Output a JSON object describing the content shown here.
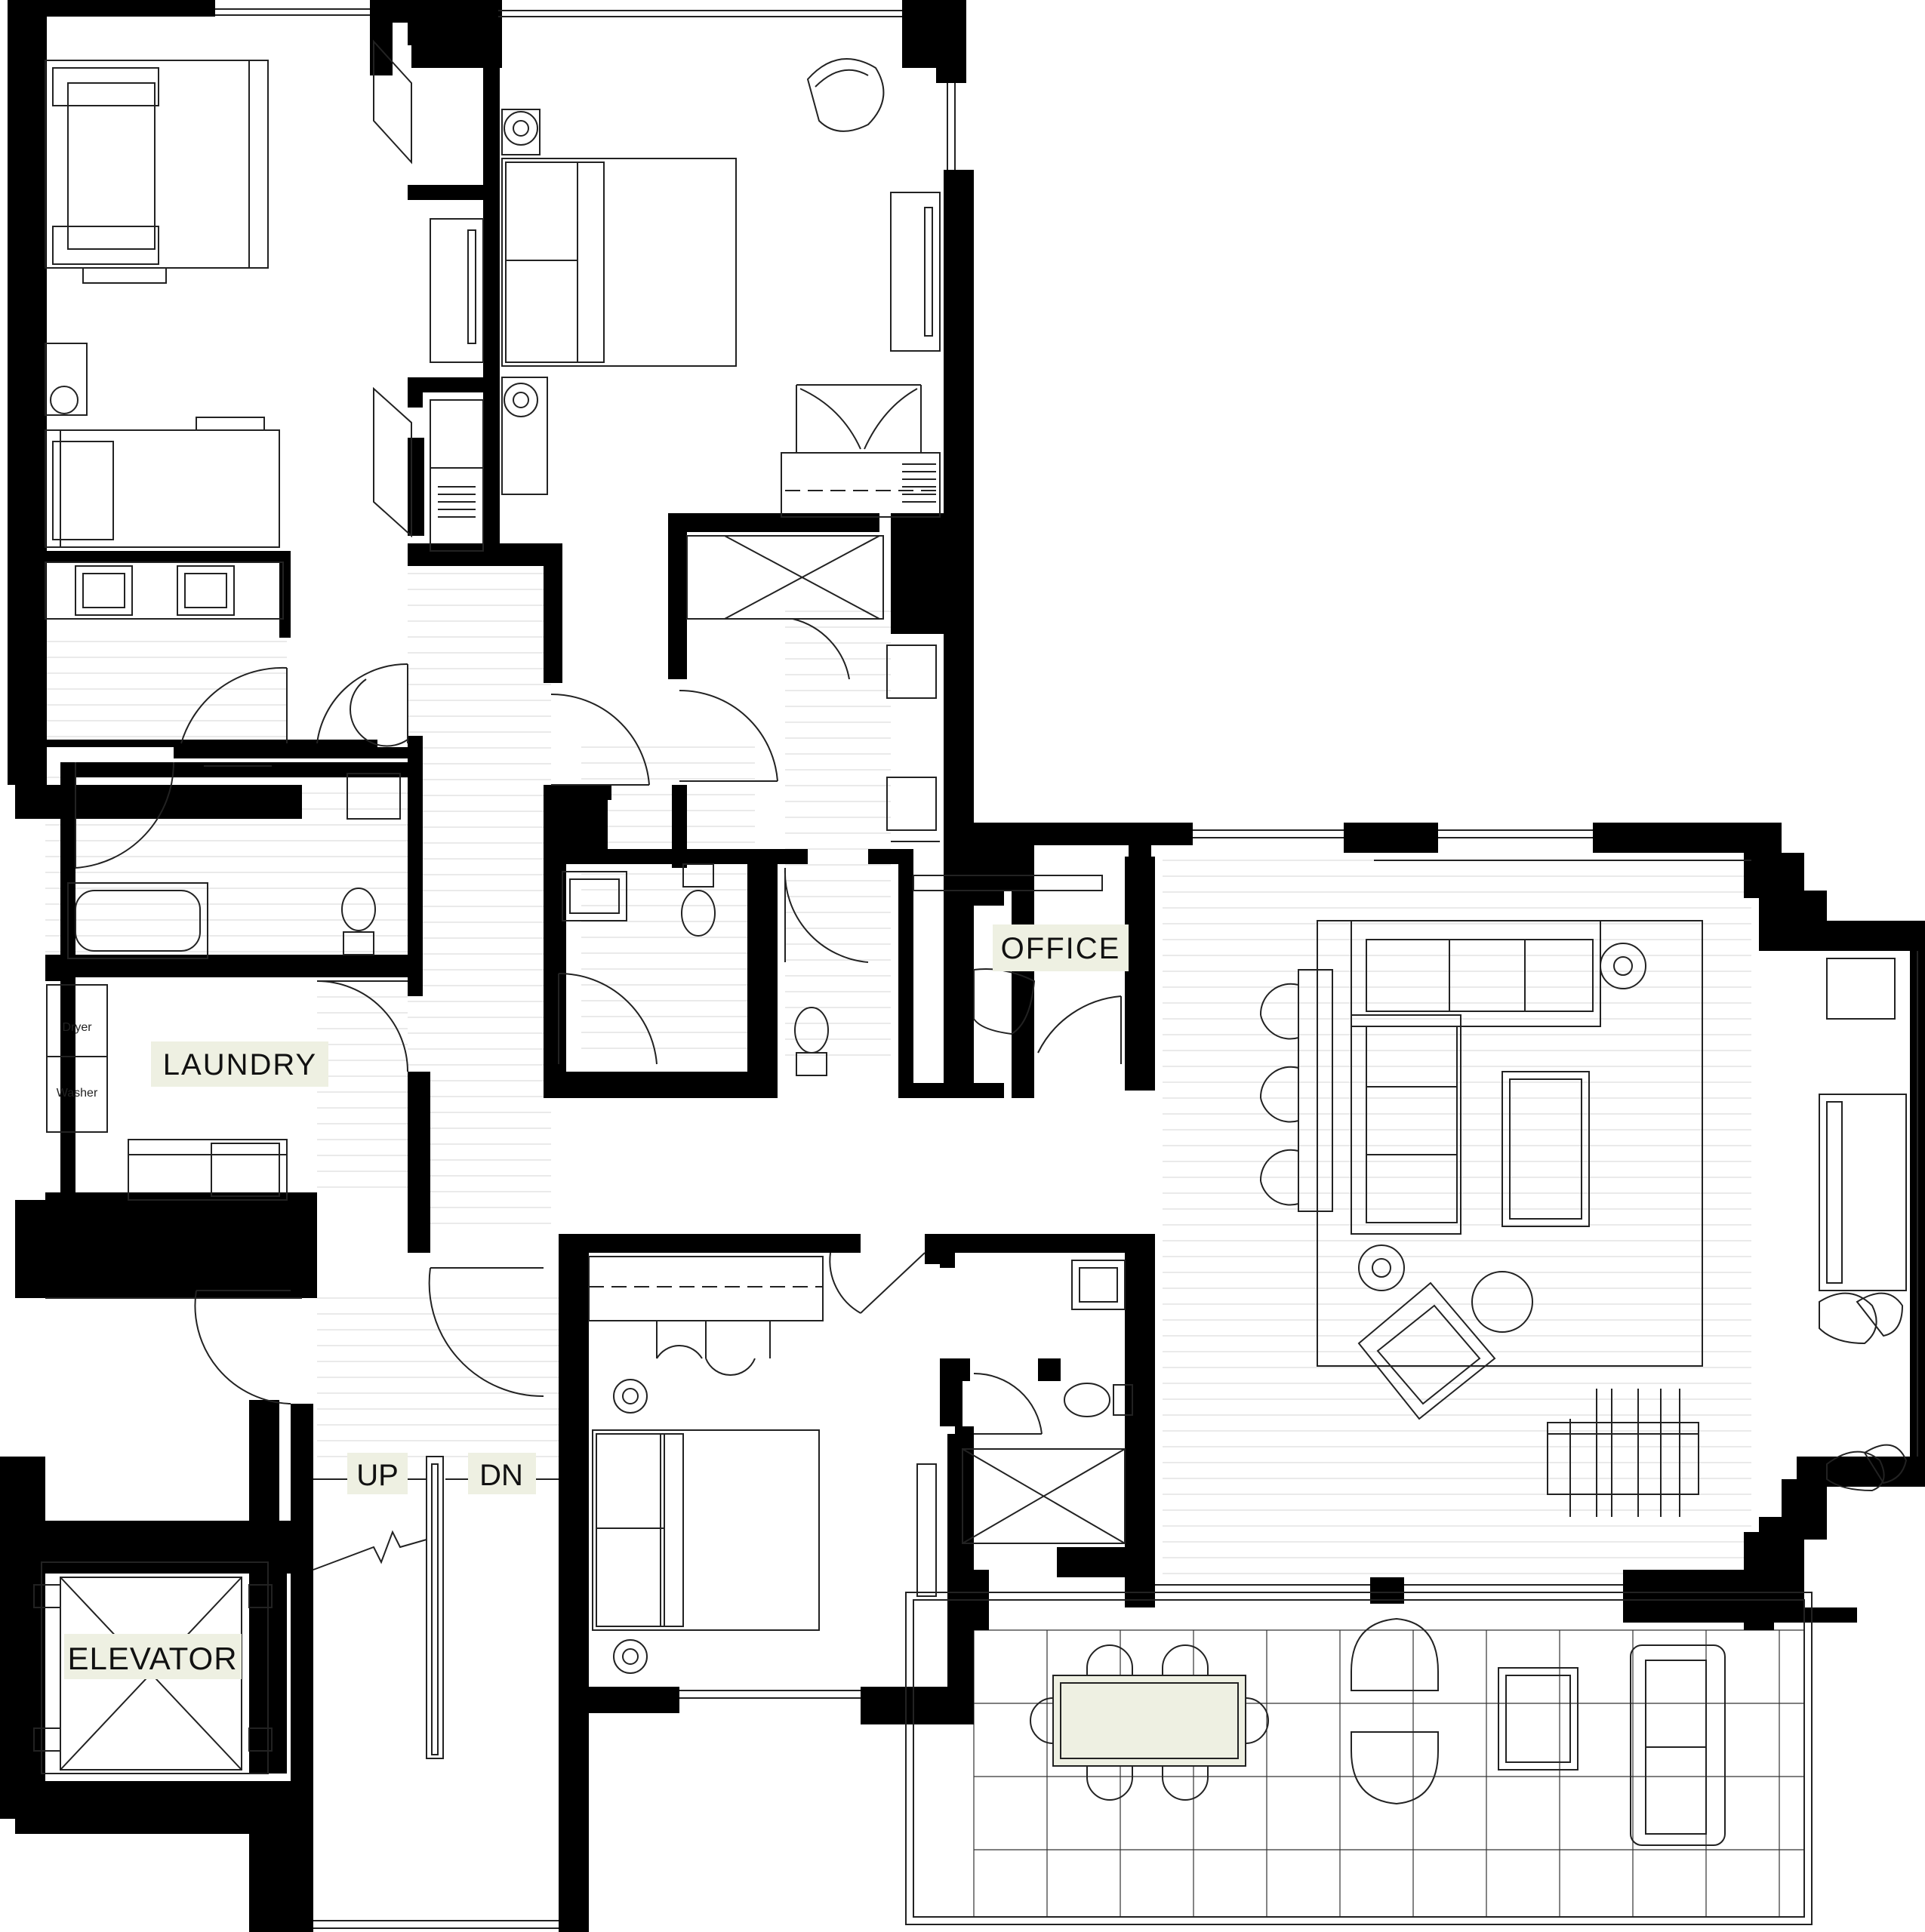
{
  "labels": {
    "office": "OFFICE",
    "laundry": "LAUNDRY",
    "elevator": "ELEVATOR",
    "up": "UP",
    "dn": "DN",
    "dryer": "Dryer",
    "washer": "Washer"
  },
  "colors": {
    "wall": "#000000",
    "label_background": "#eef0e2",
    "dining_table": "#eef0e2",
    "floor_lines": "#d6d6d6"
  },
  "icons": [
    "bed-icon",
    "nightstand-lamp-icon",
    "armchair-icon",
    "sofa-icon",
    "sink-icon",
    "toilet-icon",
    "bathtub-icon",
    "shower-icon",
    "door-swing-icon",
    "dining-chair-icon",
    "stair-break-icon"
  ]
}
